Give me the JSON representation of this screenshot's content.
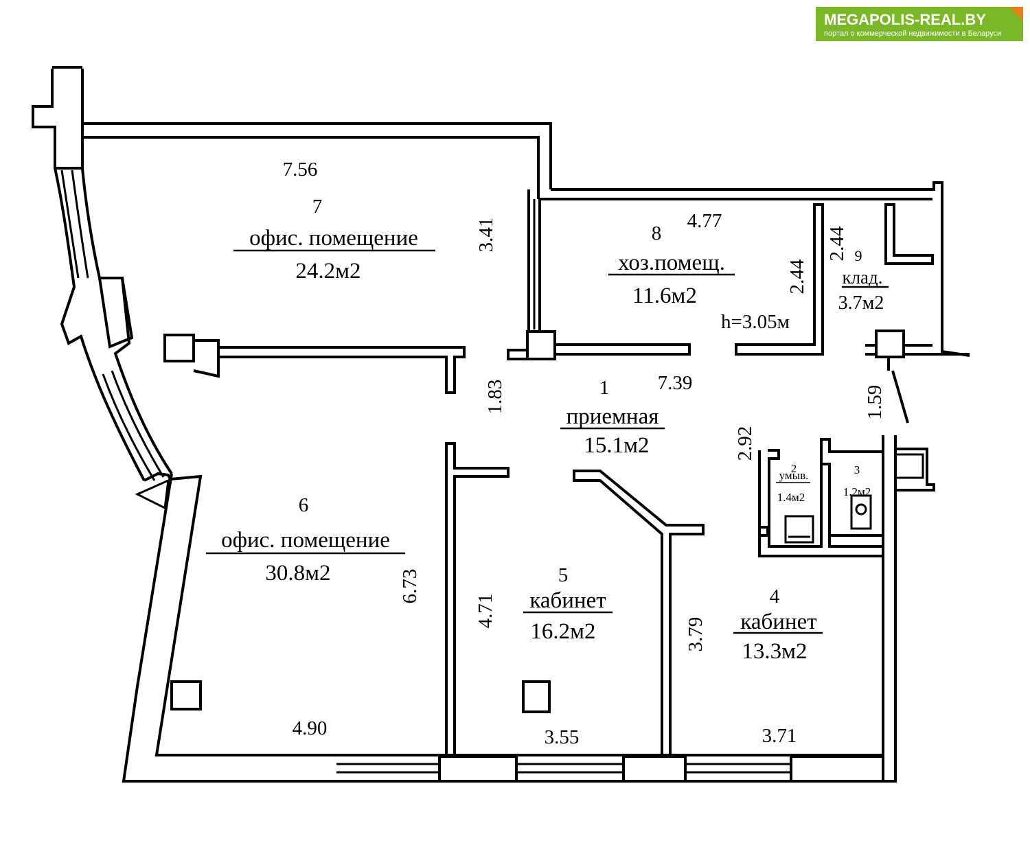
{
  "logo": {
    "title": "MEGAPOLIS-REAL.BY",
    "subtitle": "портал о коммерческой недвижимости в Беларуси",
    "color": "#7ab828"
  },
  "rooms": [
    {
      "id": "7",
      "number": "7",
      "name": "офис. помещение",
      "area": "24.2м2"
    },
    {
      "id": "8",
      "number": "8",
      "name": "хоз.помещ.",
      "area": "11.6м2"
    },
    {
      "id": "9",
      "number": "9",
      "name": "клад.",
      "area": "3.7м2"
    },
    {
      "id": "1",
      "number": "1",
      "name": "приемная",
      "area": "15.1м2"
    },
    {
      "id": "2",
      "number": "2",
      "name": "умыв.",
      "area": "1.4м2"
    },
    {
      "id": "3",
      "number": "3",
      "name": "",
      "area": "1.2м2"
    },
    {
      "id": "6",
      "number": "6",
      "name": "офис. помещение",
      "area": "30.8м2"
    },
    {
      "id": "5",
      "number": "5",
      "name": "кабинет",
      "area": "16.2м2"
    },
    {
      "id": "4",
      "number": "4",
      "name": "кабинет",
      "area": "13.3м2"
    }
  ],
  "ceiling_height": "h=3.05м",
  "dimensions": {
    "d756": "7.56",
    "d341": "3.41",
    "d477": "4.77",
    "d244a": "2.44",
    "d244b": "2.44",
    "d739": "7.39",
    "d183": "1.83",
    "d159": "1.59",
    "d292": "2.92",
    "d673": "6.73",
    "d471": "4.71",
    "d379": "3.79",
    "d490": "4.90",
    "d355": "3.55",
    "d371": "3.71"
  }
}
